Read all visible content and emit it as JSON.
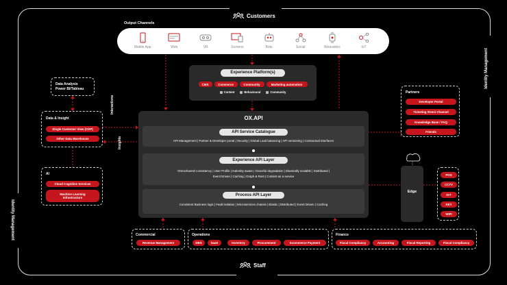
{
  "frame": {
    "top_label": "Customers",
    "bottom_label": "Staff",
    "right_label": "Identity Management",
    "left_label": "Identity Management"
  },
  "output_channels": {
    "label": "Output Channels",
    "items": [
      {
        "label": "Mobile App",
        "icon": "mobile-icon"
      },
      {
        "label": "Web",
        "icon": "web-icon"
      },
      {
        "label": "VR",
        "icon": "vr-icon"
      },
      {
        "label": "Screens",
        "icon": "screens-icon"
      },
      {
        "label": "Bots",
        "icon": "bot-icon"
      },
      {
        "label": "Social",
        "icon": "social-icon"
      },
      {
        "label": "Wearables",
        "icon": "wearable-icon"
      },
      {
        "label": "IoT",
        "icon": "iot-icon"
      }
    ]
  },
  "experience_platform": {
    "title": "Experience Platform(s)",
    "pills": [
      "CMS",
      "Commerce",
      "Community",
      "Marketing automation"
    ],
    "dbs": [
      "Content",
      "Behavioural",
      "Community"
    ]
  },
  "ox_api": {
    "title": "OX.API",
    "catalogue": {
      "title": "API Service Catalogue",
      "items": "API Management  |  Partner & Developer portal  |  Security  |  Global Load balancing  |  API versioning  |  Contractual interfaces"
    },
    "experience_layer": {
      "title": "Experience API Layer",
      "line1": "Omnichannel consistency  |  User Profile  |  Indentity aware  |  Graceful degradation  |  Elastically scalable  |  Distributed  |",
      "line2": "Event Driven  |  Caching  |  Graph & Rest  |  Content as a service"
    },
    "process_layer": {
      "title": "Process API Layer",
      "items": "Consistent Business logic  |  Fault isolation  |  Microservices chassis  |  Elastic  |  Distributed  |  Event Driven  |  Caching"
    }
  },
  "data_analysis": {
    "line1": "Data Analysis",
    "line2": "Power BI/Tableau"
  },
  "data_insight": {
    "title": "Data & Insight",
    "pills": [
      "Single Customer View (CDP)",
      "Other Data Warehouse"
    ]
  },
  "ai": {
    "title": "AI",
    "pills": [
      "Cloud Cognitive Services",
      "Machine Learning",
      "Infrastructure"
    ]
  },
  "side_labels": {
    "interactions": "Interactions",
    "insights": "Insights"
  },
  "partners": {
    "title": "Partners",
    "pills": [
      "Developer Portal",
      "Ticketing /Omni Channel",
      "Knowledge Base / FAQ",
      "Friends"
    ]
  },
  "edge": {
    "label": "Edge",
    "pills": [
      "POS",
      "CCTV",
      "IOT",
      "KEY",
      "WIFI"
    ]
  },
  "commercial": {
    "title": "Commercial",
    "pills": [
      "Revenue Management"
    ]
  },
  "operations": {
    "title": "Operations",
    "pills": [
      "DBS",
      "SaaS",
      "Inventory",
      "Procurement",
      "Ecommerce Payment"
    ]
  },
  "finance": {
    "title": "Finance",
    "pills": [
      "Fiscal Compliancy",
      "Accounting",
      "Fiscal Reporting",
      "Fiscal Compliancy"
    ]
  },
  "colors": {
    "accent": "#c4161c",
    "panel": "#2a2a2a",
    "layer": "#3a3a3a"
  }
}
